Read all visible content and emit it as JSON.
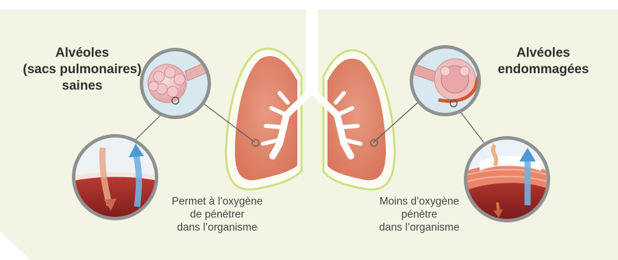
{
  "left_title": [
    "Alvéoles",
    "(sacs pulmonaires)",
    "saines"
  ],
  "right_title": [
    "Alvéoles",
    "endommagées"
  ],
  "left_caption": [
    "Permet à l’oxygène",
    "de pénétrer",
    "dans l’organisme"
  ],
  "right_caption": [
    "Moins d’oxygène",
    "pénètre",
    "dans l’organisme"
  ],
  "colors": {
    "background": "#f3f4e4",
    "lung": "#e08b72",
    "lung_outline": "#c9df7a",
    "magnifier_ring": "#8d8f8f",
    "blood": "#8e1e22",
    "airway": "#ffffff",
    "flow_in": "#6fb3e0",
    "flow_out": "#e7a888"
  },
  "icons": [
    "healthy-alveoli-magnifier",
    "damaged-alveoli-magnifier",
    "healthy-membrane-magnifier",
    "damaged-membrane-magnifier",
    "oxygen-arrow-icon"
  ]
}
